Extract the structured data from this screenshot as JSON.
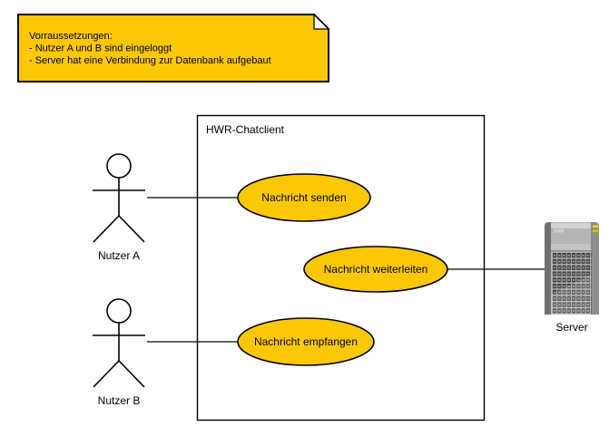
{
  "diagram": {
    "type": "uml-use-case",
    "background": "#ffffff"
  },
  "colors": {
    "shape_fill": "#fcc805",
    "shape_stroke": "#000000",
    "fold_fill": "#ffffff"
  },
  "note": {
    "lines": [
      "Vorraussetzungen:",
      "- Nutzer A und B sind eingeloggt",
      "- Server hat eine Verbindung zur Datenbank aufgebaut"
    ]
  },
  "system_boundary": {
    "title": "HWR-Chatclient"
  },
  "actors": [
    {
      "label": "Nutzer A"
    },
    {
      "label": "Nutzer B"
    }
  ],
  "use_cases": [
    {
      "label": "Nachricht senden"
    },
    {
      "label": "Nachricht weiterleiten"
    },
    {
      "label": "Nachricht empfangen"
    }
  ],
  "server": {
    "label": "Server",
    "icon": "server-tower-icon",
    "led_colors": [
      "#e6e000",
      "#bfd000"
    ]
  }
}
